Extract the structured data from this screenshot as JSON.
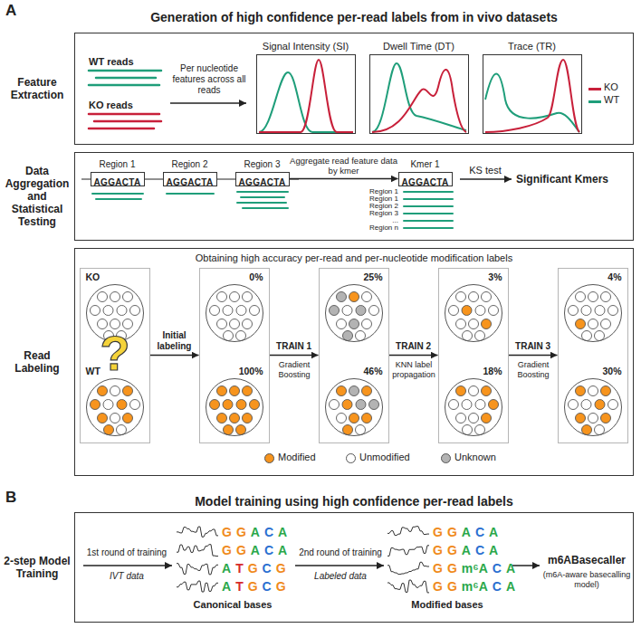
{
  "diagram": {
    "nodes": [
      {
        "text": [
          "Feature Extraction"
        ]
      },
      {
        "text": [
          "Signal Intensity (SI)"
        ],
        "in": 0
      },
      {
        "text": [
          "Dwell Time (DT)"
        ],
        "in": 0
      },
      {
        "text": [
          "Trace (TR)"
        ],
        "in": 0
      },
      {
        "text": [
          "Data Aggregation and Statistical Testing"
        ]
      },
      {
        "text": [
          "Region 1",
          "AGGACTA"
        ],
        "in": 4
      },
      {
        "text": [
          "Region 2",
          "AGGACTA"
        ],
        "in": 4
      },
      {
        "text": [
          "Region 3",
          "AGGACTA"
        ],
        "in": 4
      },
      {
        "text": [
          "Kmer 1",
          "AGGACTA"
        ],
        "in": 4
      },
      {
        "text": [
          "Read Labeling"
        ]
      },
      {
        "text": [],
        "in": 9
      },
      {
        "text": [
          "KO"
        ],
        "in": 10
      },
      {
        "text": [
          "WT"
        ],
        "in": 10
      },
      {
        "text": [],
        "in": 9
      },
      {
        "text": [
          "0%"
        ],
        "in": 13
      },
      {
        "text": [
          "100%"
        ],
        "in": 13
      },
      {
        "text": [],
        "in": 9
      },
      {
        "text": [
          "25%"
        ],
        "in": 16
      },
      {
        "text": [
          "46%"
        ],
        "in": 16
      },
      {
        "text": [],
        "in": 9
      },
      {
        "text": [
          "3%"
        ],
        "in": 19
      },
      {
        "text": [
          "18%"
        ],
        "in": 19
      },
      {
        "text": [],
        "in": 9
      },
      {
        "text": [
          "4%"
        ],
        "in": 22
      },
      {
        "text": [
          "30%"
        ],
        "in": 22
      },
      {
        "text": [
          "2-step Model Training"
        ]
      }
    ],
    "edges": [
      {
        "from": 10,
        "to": 13,
        "label": "Initial labeling",
        "arrow": "to"
      },
      {
        "from": 13,
        "to": 16,
        "label": "TRAIN 1",
        "arrow": "to"
      },
      {
        "from": 16,
        "to": 19,
        "label": "TRAIN 2",
        "arrow": "to"
      },
      {
        "from": 19,
        "to": 22,
        "label": "TRAIN 3",
        "arrow": "to"
      },
      {
        "from": 7,
        "to": 8,
        "label": "Aggregate read feature data by kmer",
        "arrow": "to"
      }
    ],
    "labels": [
      "A",
      "Generation of high confidence per-read labels from in vivo datasets",
      "WT reads",
      "KO reads",
      "Per nucleotide features across all reads",
      "Region 1",
      "Region 1",
      "Region 2",
      "Region 3",
      "...",
      "Region n",
      "KS test",
      "Significant Kmers",
      "Obtaining high accuracy per-read and per-nucleotide modification labels",
      "Gradient Boosting",
      "KNN label propagation",
      "Gradient Boosting",
      "?",
      "B",
      "Model training using high confidence per-read labels",
      "1st round of training",
      "IVT data",
      "GGACA",
      "GGACA",
      "ATGCG",
      "ATGCG",
      "Canonical bases",
      "2nd round of training",
      "Labeled data",
      "GGACA",
      "GGACA",
      "GGm⁶ACA",
      "GGm⁶ACA",
      "Modified bases",
      "m6ABasecaller",
      "(m6A-aware basecalling model)"
    ],
    "legend": [
      {
        "text": "KO",
        "color": "#c8203a"
      },
      {
        "text": "WT",
        "color": "#1f9e7a"
      },
      {
        "text": "Modified",
        "color": "#f7941d"
      },
      {
        "text": "Unmodified",
        "color": "#ffffff"
      },
      {
        "text": "Unknown",
        "color": "#b3b3b3"
      }
    ]
  }
}
